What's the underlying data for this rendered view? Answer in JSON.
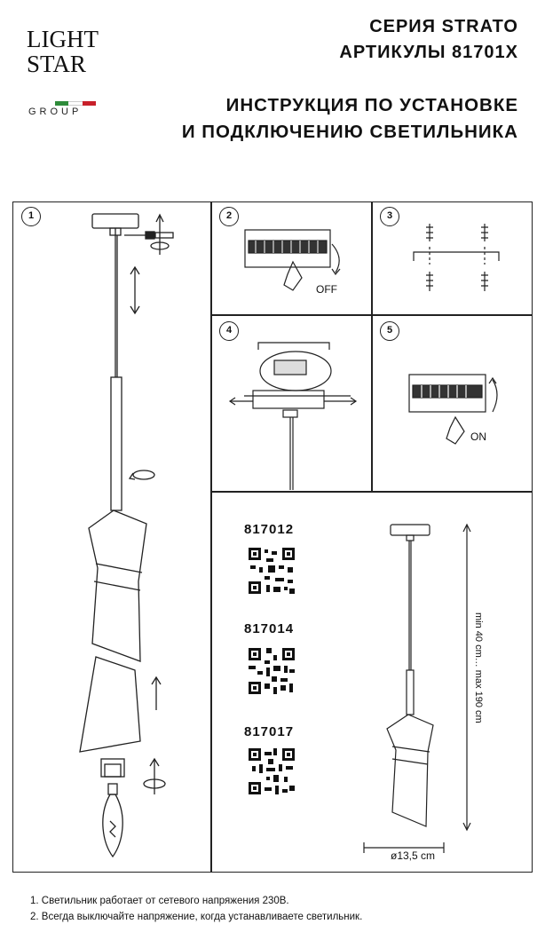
{
  "logo": {
    "line1": "LIGHT",
    "line2": "STAR",
    "line3": "GROUP",
    "flag_colors": [
      "#2e8b3a",
      "#ffffff",
      "#c8202a"
    ]
  },
  "header": {
    "series": "СЕРИЯ STRATO",
    "articles": "АРТИКУЛЫ 81701X",
    "title_line1": "ИНСТРУКЦИЯ ПО УСТАНОВКЕ",
    "title_line2": "И ПОДКЛЮЧЕНИЮ СВЕТИЛЬНИКА"
  },
  "steps": [
    {
      "number": "1"
    },
    {
      "number": "2",
      "label": "OFF"
    },
    {
      "number": "3"
    },
    {
      "number": "4"
    },
    {
      "number": "5",
      "label": "ON"
    }
  ],
  "products": [
    {
      "code": "817012"
    },
    {
      "code": "817014"
    },
    {
      "code": "817017"
    }
  ],
  "dimensions": {
    "height": "min 40 cm… max 190 cm",
    "diameter": "ø13,5 cm"
  },
  "notes": [
    "1. Светильник работает от сетевого напряжения 230В.",
    "2. Всегда выключайте напряжение, когда устанавливаете светильник."
  ]
}
